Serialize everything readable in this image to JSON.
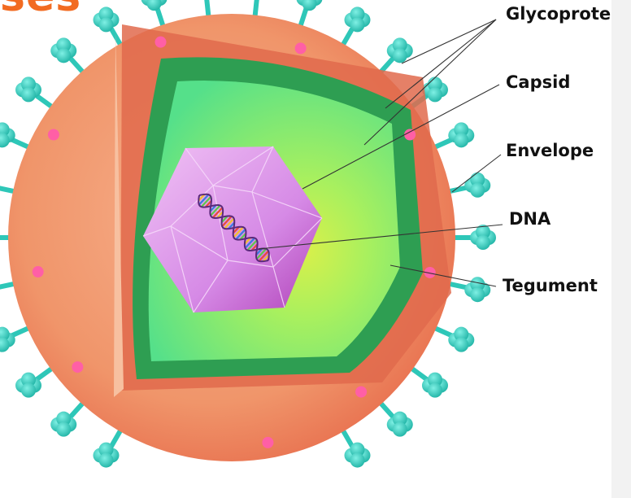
{
  "title_fragment": "ses",
  "colors": {
    "envelope_outer": "#f0956a",
    "envelope_rim": "#e8704f",
    "tegument_band": "#2e9e52",
    "capsid_inner": "#84f07a",
    "capsid_core": "#c6f04a",
    "dna_capsid": "#d889e6",
    "glycoprotein": "#2ec7b8",
    "pink_dot": "#ff5fa6",
    "label_text": "#111111",
    "title": "#f26b21"
  },
  "diagram": {
    "labels": [
      {
        "id": "glycoprotein",
        "text": "Glycoprotein"
      },
      {
        "id": "capsid",
        "text": "Capsid"
      },
      {
        "id": "envelope",
        "text": "Envelope"
      },
      {
        "id": "dna",
        "text": "DNA"
      },
      {
        "id": "tegument",
        "text": "Tegument"
      }
    ]
  }
}
